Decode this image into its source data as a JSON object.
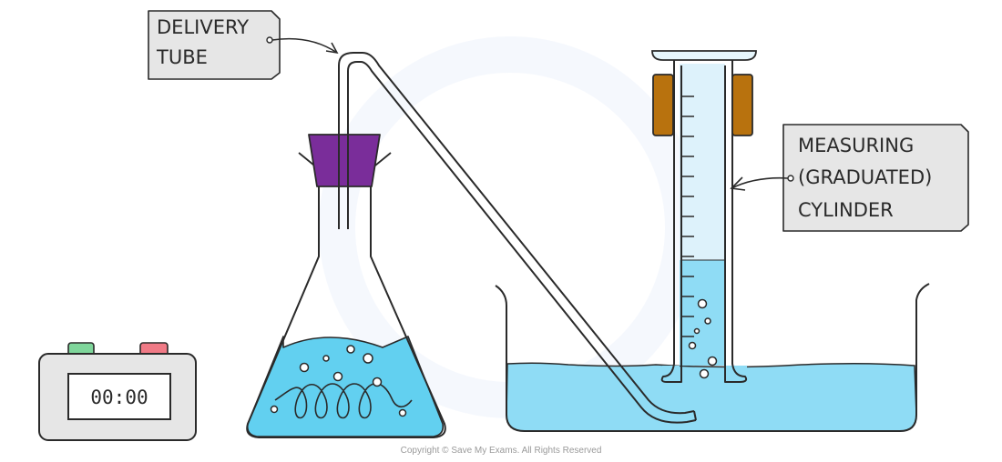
{
  "labels": {
    "delivery_tube": [
      "DELIVERY",
      "TUBE"
    ],
    "measuring_cylinder": [
      "MEASURING",
      "(GRADUATED)",
      "CYLINDER"
    ]
  },
  "timer": {
    "display": "00:00",
    "button_colors": [
      "#7fd69b",
      "#f07a86"
    ]
  },
  "copyright": "Copyright © Save My Exams. All Rights Reserved",
  "colors": {
    "water": "#8fdcf5",
    "flask_liquid": "#62d0f0",
    "stopper": "#7a2d9a",
    "clamp": "#b8720e",
    "label_box": "#e6e6e6",
    "outline": "#2a2a2a"
  }
}
